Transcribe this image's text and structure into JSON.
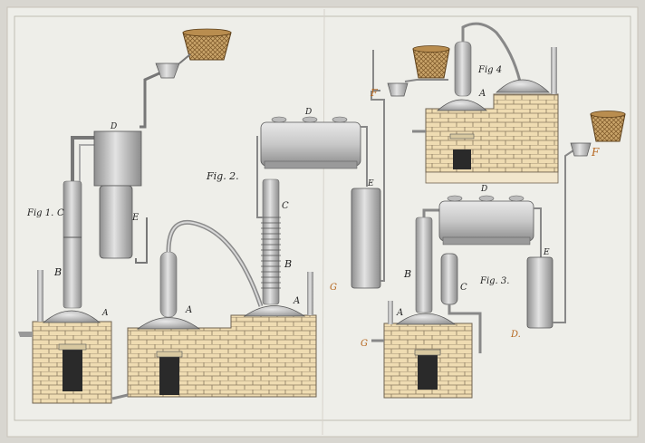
{
  "colors": {
    "paper": "#ecece6",
    "border": "#d9d6cf",
    "brick": "#eed9ae",
    "brick_line": "#8a7a60",
    "metal": "#c9c9c9",
    "metal_dark": "#8f8f8f",
    "dome": "#b9b9b9",
    "basket": "#a07840",
    "accent_letters": "#b5651d"
  },
  "figures": [
    {
      "id": "fig1",
      "caption": "Fig 1."
    },
    {
      "id": "fig2",
      "caption": "Fig. 2."
    },
    {
      "id": "fig3",
      "caption": "Fig. 3."
    },
    {
      "id": "fig4",
      "caption": "Fig 4"
    }
  ],
  "labels": {
    "fig1": {
      "A": "A",
      "B": "B",
      "C": "C",
      "D": "D",
      "E": "E"
    },
    "fig2": {
      "A1": "A",
      "A2": "A",
      "B": "B",
      "C": "C",
      "D": "D",
      "E": "E",
      "G": "G"
    },
    "fig3": {
      "A": "A",
      "B": "B",
      "C": "C",
      "D": "D",
      "E": "E",
      "F": "F",
      "G": "G",
      "D2": "D."
    },
    "fig4": {
      "A": "A",
      "F": "F"
    }
  }
}
